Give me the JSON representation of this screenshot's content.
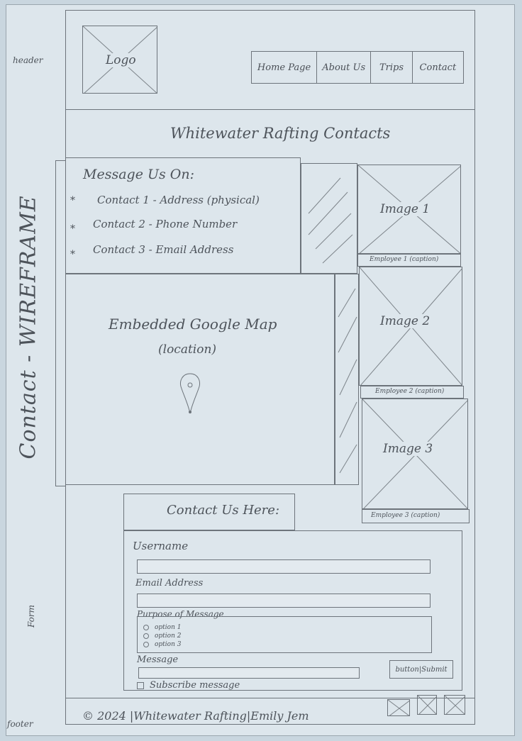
{
  "side_labels": {
    "header": "header",
    "title": "Contact - WIREFRAME",
    "form": "Form",
    "footer": "footer"
  },
  "header": {
    "logo": "Logo",
    "nav": [
      "Home Page",
      "About Us",
      "Trips",
      "Contact"
    ]
  },
  "page_title": "Whitewater Rafting Contacts",
  "message": {
    "heading": "Message Us On:",
    "items": [
      "Contact 1 - Address (physical)",
      "Contact 2 - Phone Number",
      "Contact 3 - Email Address"
    ],
    "bullet": "*"
  },
  "map": {
    "title": "Embedded Google Map",
    "subtitle": "(location)"
  },
  "images": [
    {
      "label": "Image 1",
      "caption": "Employee 1 (caption)"
    },
    {
      "label": "Image 2",
      "caption": "Employee 2 (caption)"
    },
    {
      "label": "Image 3",
      "caption": "Employee 3 (caption)"
    }
  ],
  "form": {
    "heading": "Contact Us Here:",
    "username_label": "Username",
    "email_label": "Email Address",
    "purpose_label": "Purpose of Message",
    "options": [
      "option 1",
      "option 2",
      "option 3"
    ],
    "message_label": "Message",
    "submit": "button|Submit",
    "subscribe": "Subscribe message"
  },
  "footer": {
    "copyright": "© 2024 |Whitewater Rafting|Emily Jem"
  }
}
